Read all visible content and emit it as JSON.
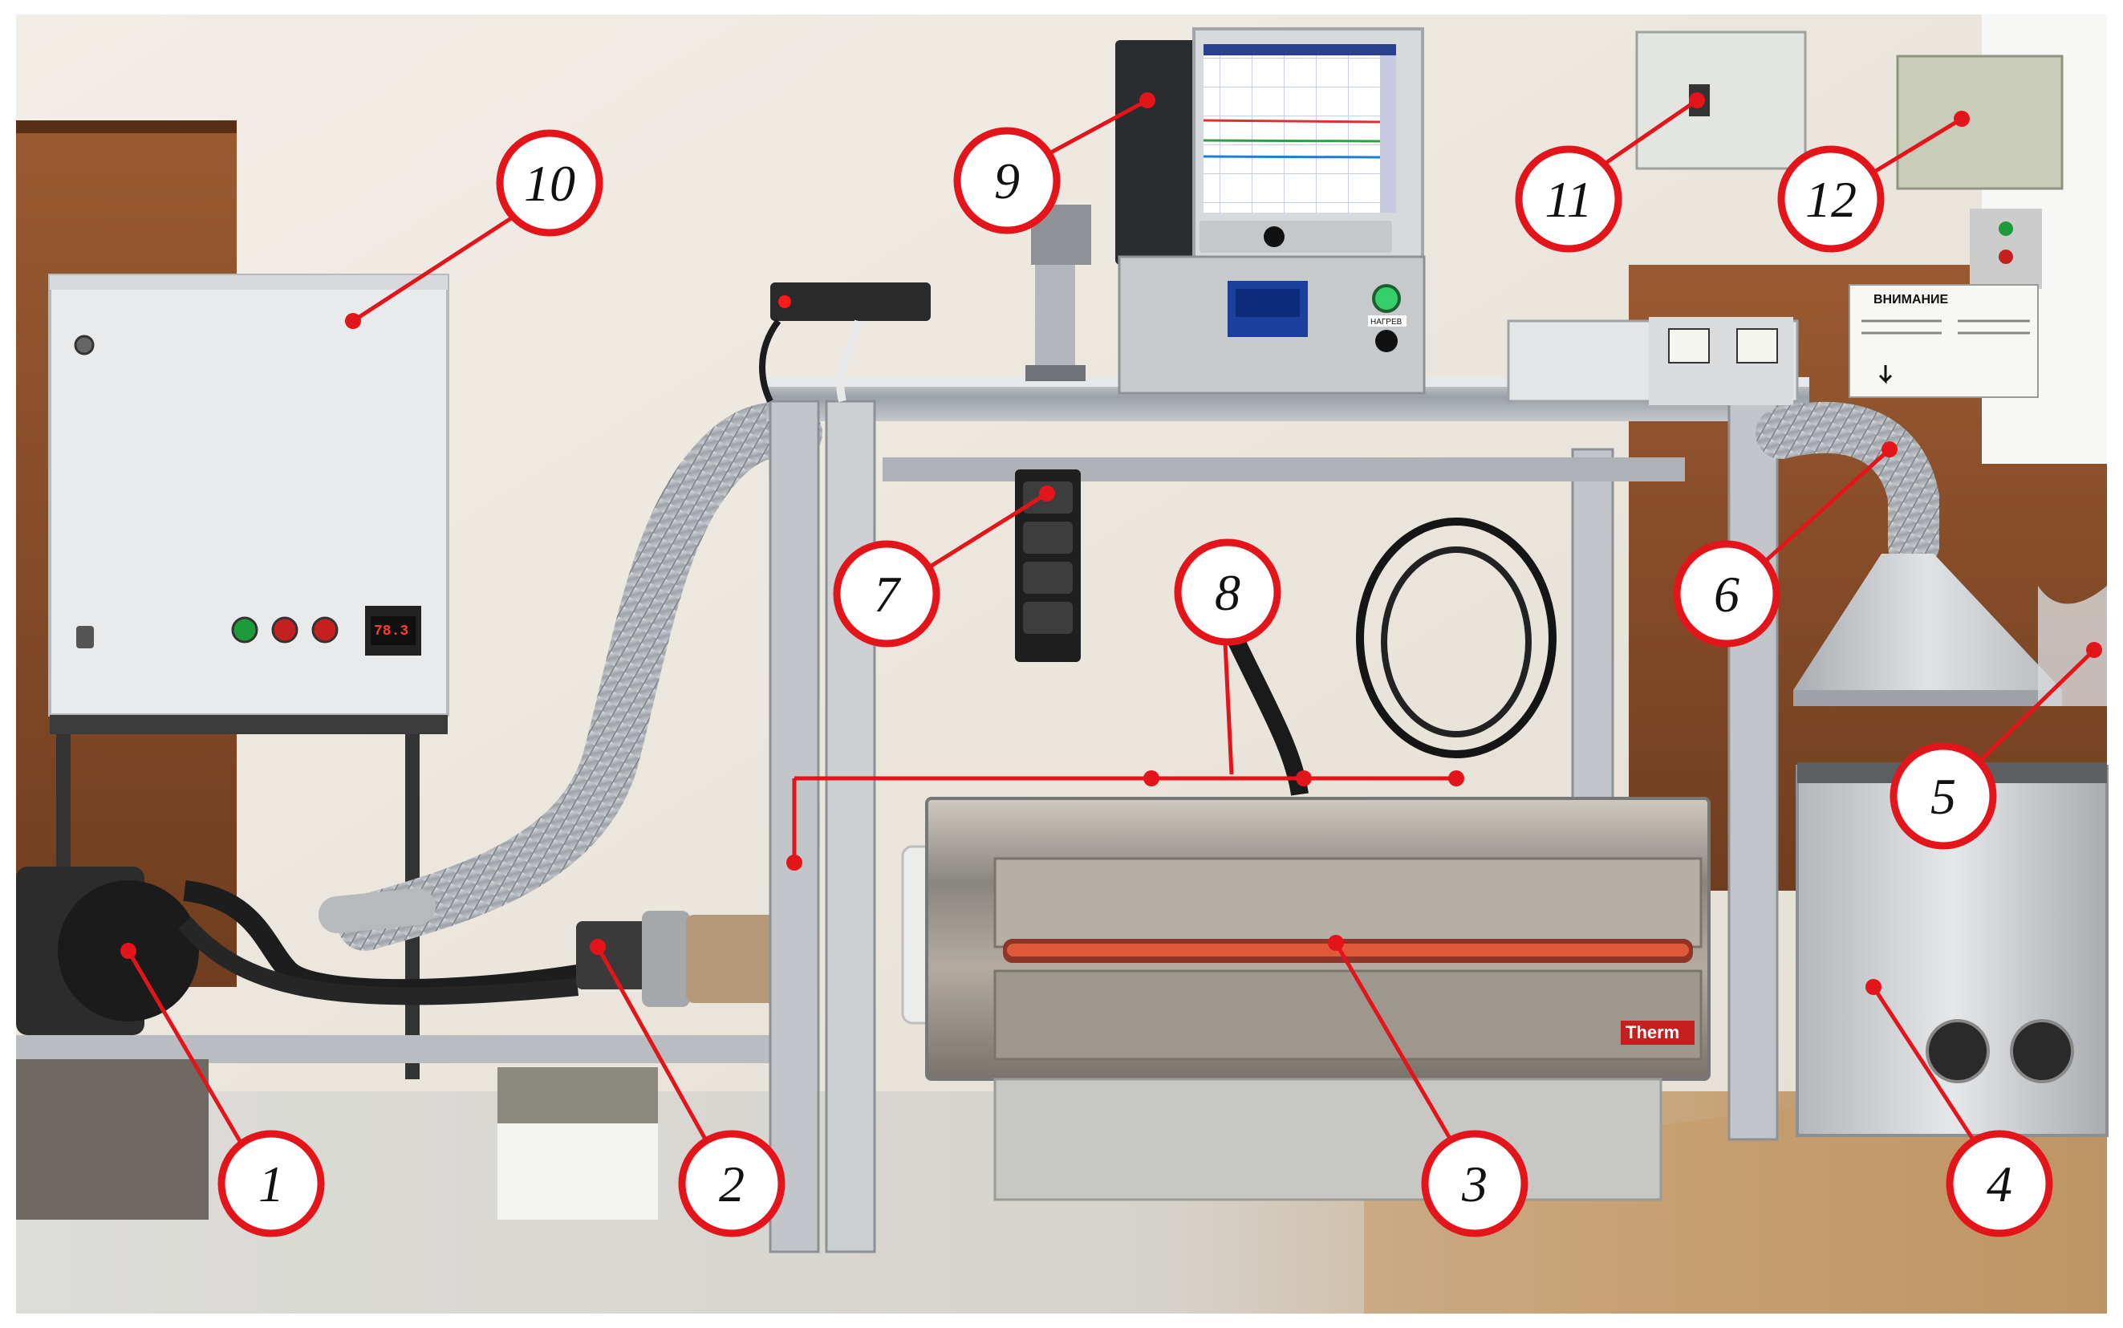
{
  "colors": {
    "callout_red": "#e4141b",
    "callout_fill": "#ffffff",
    "wall": "#ece7dd",
    "aluminum": "#c9ccce",
    "steel": "#b8bcc0",
    "wood_panel": "#8a4f2a",
    "floor": "#c8a57a"
  },
  "callouts": [
    {
      "id": "1",
      "label": "1"
    },
    {
      "id": "2",
      "label": "2"
    },
    {
      "id": "3",
      "label": "3"
    },
    {
      "id": "4",
      "label": "4"
    },
    {
      "id": "5",
      "label": "5"
    },
    {
      "id": "6",
      "label": "6"
    },
    {
      "id": "7",
      "label": "7"
    },
    {
      "id": "8",
      "label": "8"
    },
    {
      "id": "9",
      "label": "9"
    },
    {
      "id": "10",
      "label": "10"
    },
    {
      "id": "11",
      "label": "11"
    },
    {
      "id": "12",
      "label": "12"
    }
  ],
  "equipment_labels": {
    "warning_sign_title": "ВНИМАНИЕ",
    "furnace_brand": "Therm",
    "panel_button": "НАГРЕВ",
    "controller_display": "78.3"
  }
}
